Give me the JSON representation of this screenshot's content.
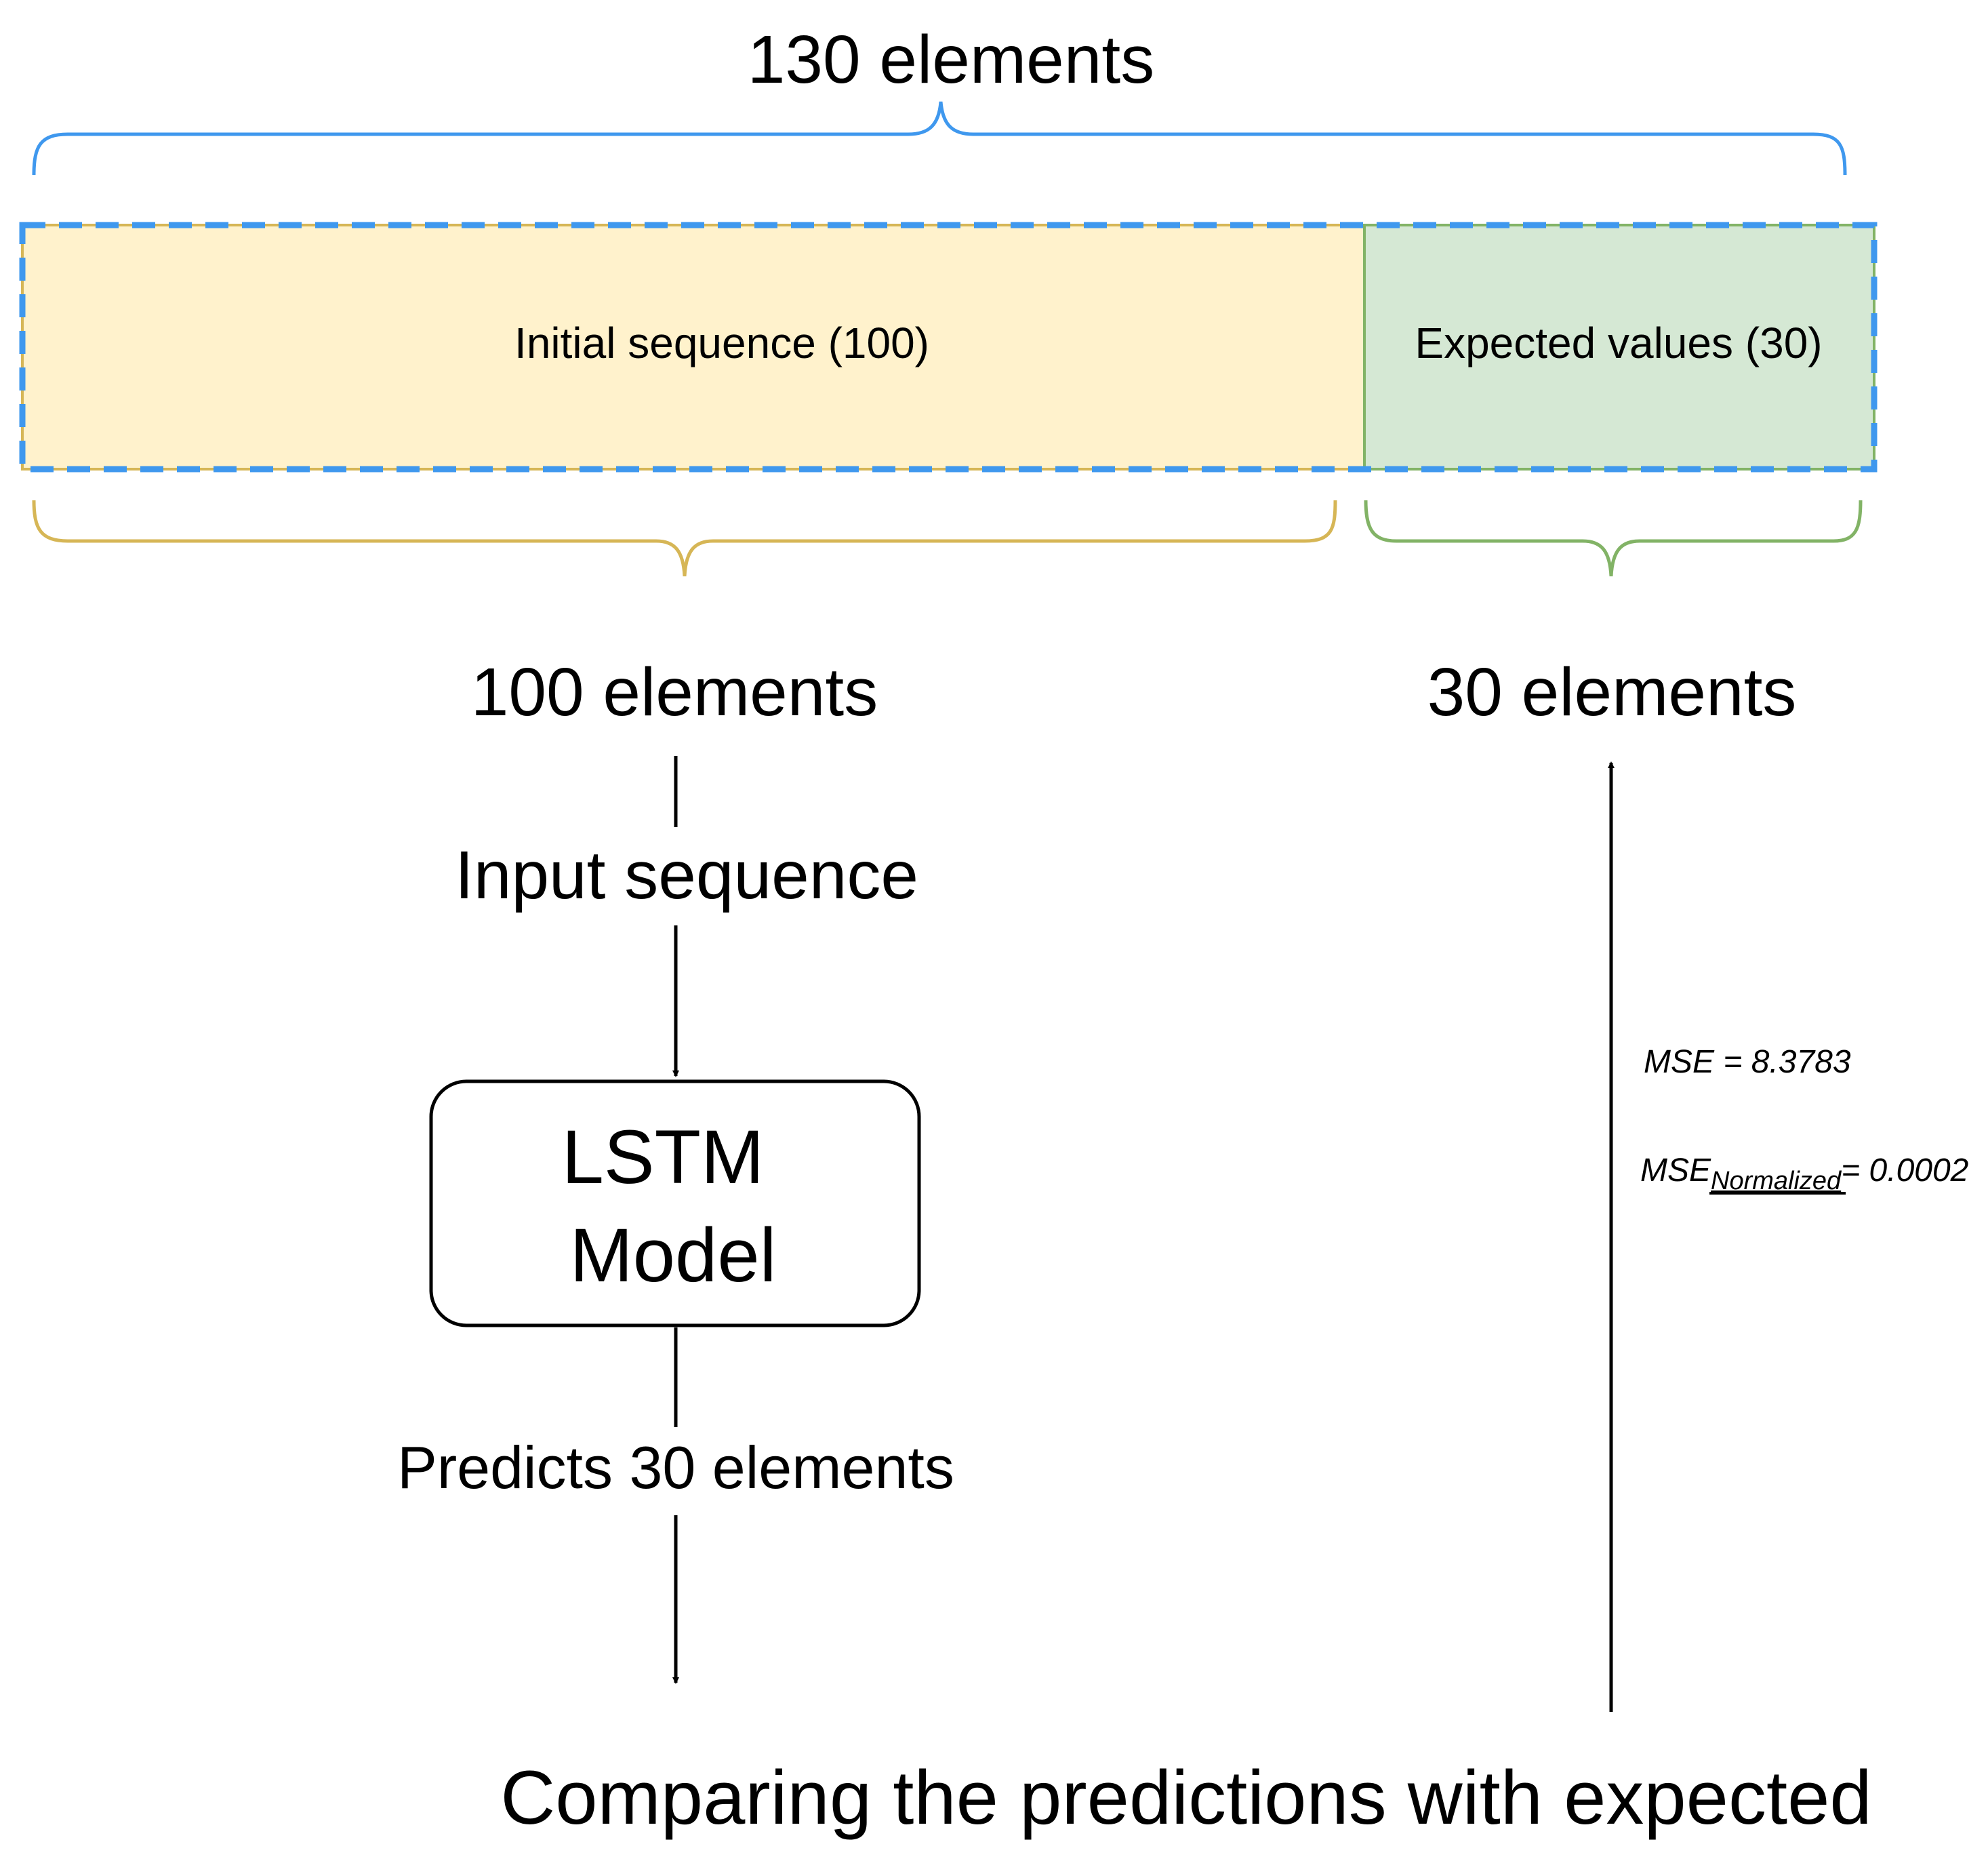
{
  "title_total": "130 elements",
  "segments": {
    "initial_label": "Initial sequence (100)",
    "expected_label": "Expected values (30)"
  },
  "counts": {
    "initial": "100 elements",
    "expected": "30 elements"
  },
  "flow": {
    "input_label": "Input sequence",
    "model_line1": "LSTM",
    "model_line2": "Model",
    "predicts_label": "Predicts 30 elements",
    "comparison_label": "Comparing the predictions with expected"
  },
  "metrics": {
    "mse_text": "MSE = 8.3783",
    "mse_norm_base": "MSE",
    "mse_norm_sub": "Normalized",
    "mse_norm_value": "= 0.0002"
  },
  "colors": {
    "total_brace": "#3f98ee",
    "initial_fill": "#fff2cc",
    "initial_stroke": "#d6b656",
    "expected_fill": "#d5e8d4",
    "expected_stroke": "#82b366",
    "dashed_outline": "#3f98ee"
  }
}
